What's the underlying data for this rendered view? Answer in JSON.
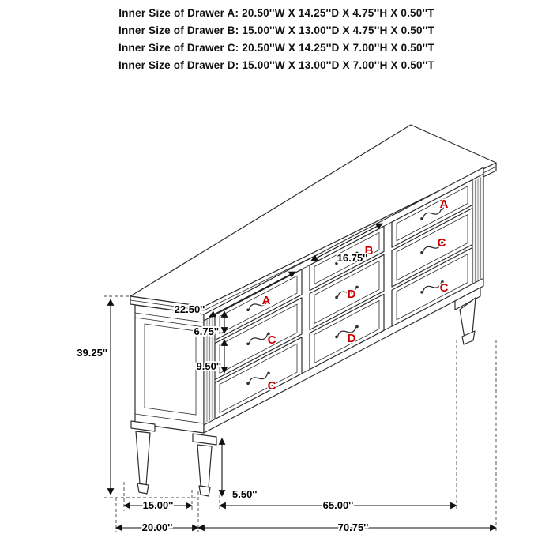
{
  "header": {
    "lines": [
      "Inner Size of Drawer A: 20.50''W X 14.25''D X 4.75''H X 0.50''T",
      "Inner Size of Drawer B: 15.00''W X 13.00''D X 4.75''H X 0.50''T",
      "Inner Size of Drawer C: 20.50''W X 14.25''D X 7.00''H X 0.50''T",
      "Inner Size of Drawer D: 15.00''W X 13.00''D X 7.00''H X 0.50''T"
    ]
  },
  "dimensions": {
    "overall_height": "39.25''",
    "drawer_a_width": "22.50''",
    "drawer_b_width": "16.75''",
    "top_drawer_front_height": "6.75''",
    "lower_drawer_front_height": "9.50''",
    "leg_height": "5.50''",
    "leg_span_depth": "15.00''",
    "leg_span_width": "65.00''",
    "overall_depth": "20.00''",
    "overall_width": "70.75''"
  },
  "drawer_labels": {
    "left": [
      "A",
      "C",
      "C"
    ],
    "middle": [
      "B",
      "D",
      "D"
    ],
    "right": [
      "A",
      "C",
      "C"
    ]
  },
  "colors": {
    "drawer_letter": "#cc0000",
    "line": "#2e2e2e"
  }
}
